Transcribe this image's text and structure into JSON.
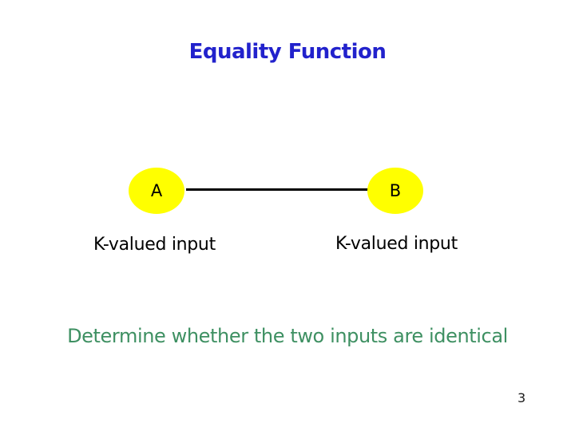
{
  "slide": {
    "title": {
      "text": "Equality Function",
      "color": "#2222CC"
    },
    "diagram": {
      "node_a": {
        "label": "A"
      },
      "node_b": {
        "label": "B"
      },
      "node_fill": "#FFFF00",
      "edge_color": "#000000",
      "caption_left": "K-valued input",
      "caption_right": "K-valued input",
      "caption_color": "#000000"
    },
    "statement": {
      "text": "Determine whether the two inputs are identical",
      "color": "#3E9062"
    },
    "page_number": "3",
    "background_color": "#FFFFFF"
  }
}
